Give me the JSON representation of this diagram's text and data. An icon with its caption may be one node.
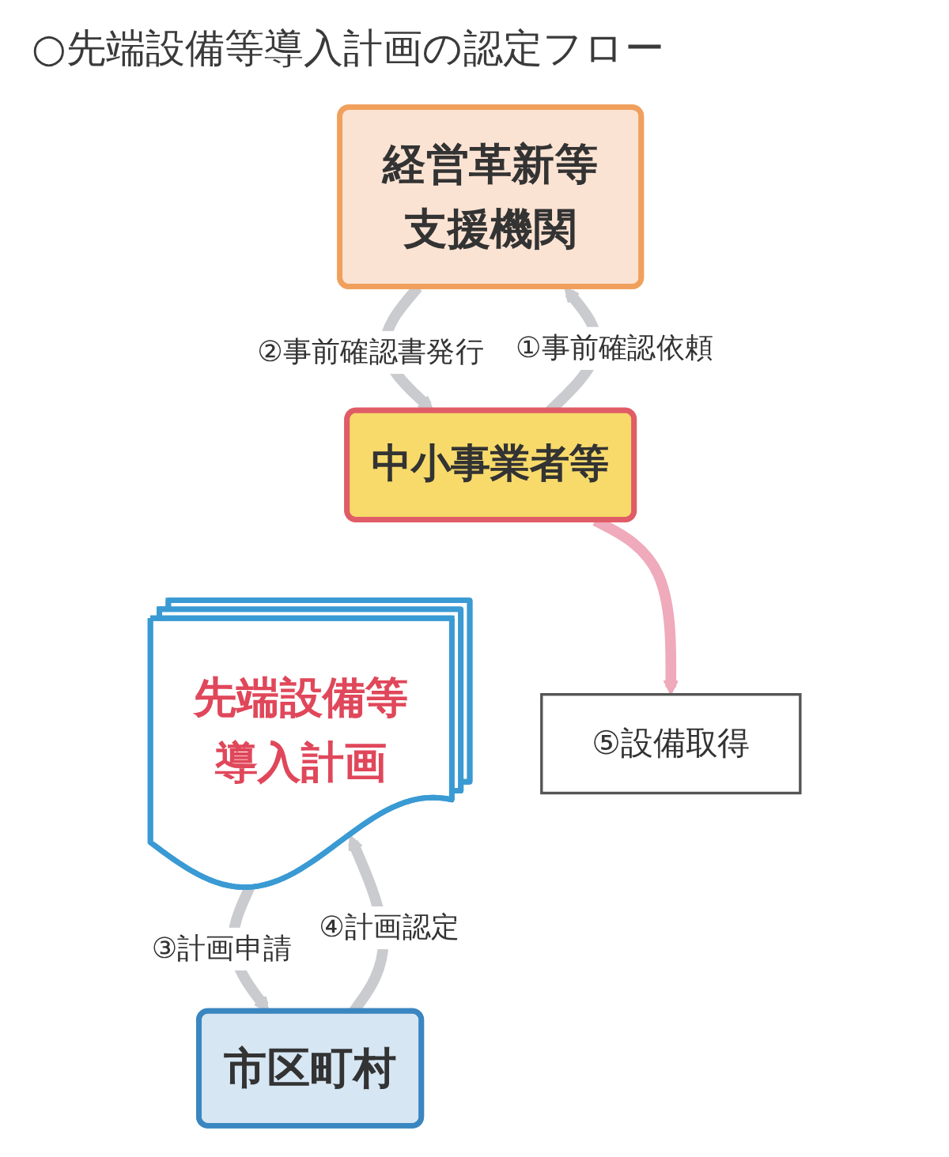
{
  "diagram": {
    "title": "○先端設備等導入計画の認定フロー",
    "nodes": [
      {
        "text": [
          "経営革新等支援機関"
        ]
      },
      {
        "text": [
          "中小事業者等"
        ]
      },
      {
        "text": [
          "先端設備等導入計画"
        ]
      },
      {
        "text": [
          "⑤設備取得"
        ]
      },
      {
        "text": [
          "市区町村"
        ]
      }
    ],
    "edges": [
      {
        "from": 1,
        "to": 0,
        "arrow": "to",
        "label": "①事前確認依頼"
      },
      {
        "from": 0,
        "to": 1,
        "arrow": "to",
        "label": "②事前確認書発行"
      },
      {
        "from": 1,
        "to": 3,
        "arrow": "to",
        "color": "#efaabb"
      },
      {
        "from": 2,
        "to": 4,
        "arrow": "to",
        "label": "③計画申請"
      },
      {
        "from": 4,
        "to": 2,
        "arrow": "to",
        "label": "④計画認定"
      }
    ]
  }
}
